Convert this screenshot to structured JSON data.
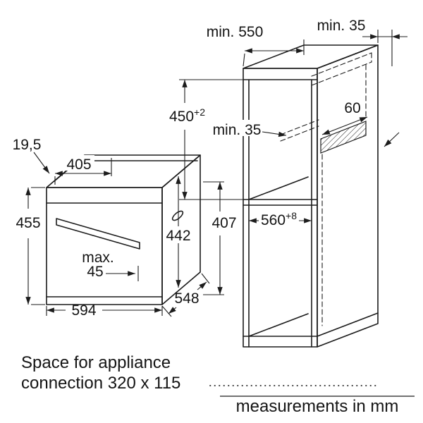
{
  "diagram": {
    "type": "appliance-installation-drawing",
    "cabinet_dims": {
      "depth_min": "min. 550",
      "wall_gap_min": "min. 35",
      "niche_height": {
        "value": "450",
        "sup": "+2"
      },
      "rear_gap_min": "min. 35",
      "vent_depth": "60",
      "niche_width": {
        "value": "560",
        "sup": "+8"
      }
    },
    "oven_dims": {
      "door_offset": "19,5",
      "top_depth": "405",
      "height": "455",
      "body_height": "442",
      "rear_height": "407",
      "handle_max_label": "max.",
      "handle_max_value": "45",
      "width": "594",
      "depth": "548"
    },
    "notes": {
      "connection_line1": "Space for appliance",
      "connection_line2": "connection 320 x 115",
      "units": "measurements in mm"
    },
    "colors": {
      "line": "#1c1c1c",
      "text": "#141414",
      "background": "#ffffff"
    }
  }
}
